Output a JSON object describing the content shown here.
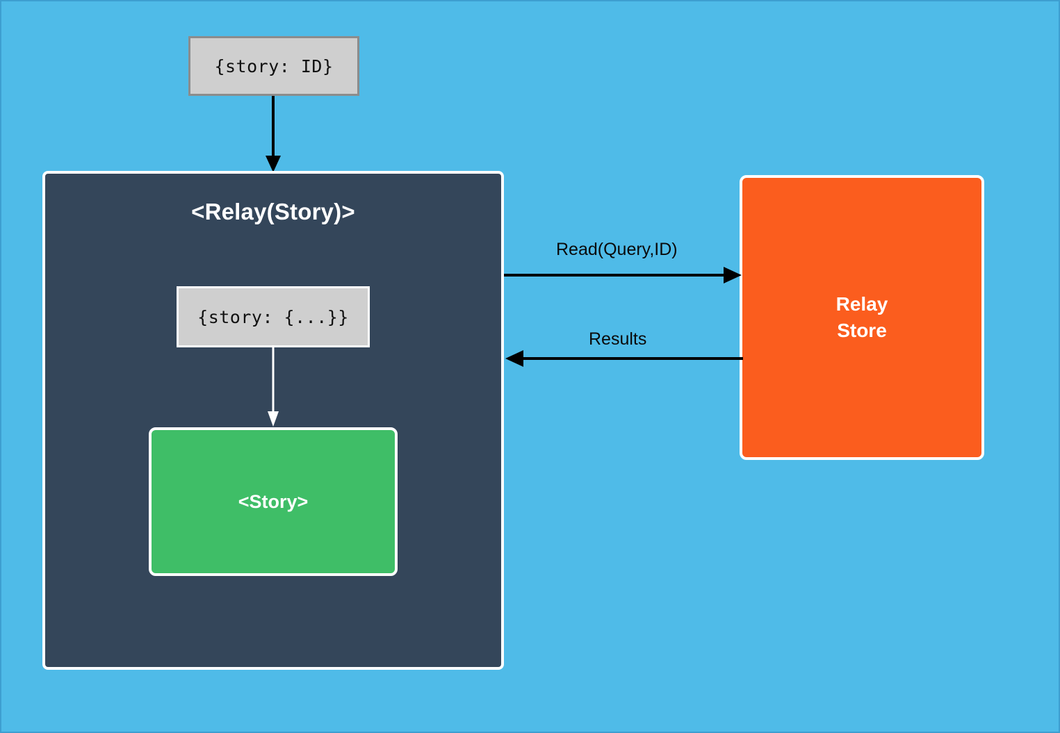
{
  "diagram": {
    "title_none": "",
    "background_color": "#4fbbe8",
    "nodes": {
      "input_props": {
        "label": "{story: ID}",
        "fill": "#cfcfcf",
        "border": "#8c8c8c",
        "text_color": "#111111"
      },
      "relay_container": {
        "label": "<Relay(Story)>",
        "fill": "#34465a",
        "border": "#ffffff",
        "text_color": "#ffffff"
      },
      "resolved_props": {
        "label": "{story: {...}}",
        "fill": "#cfcfcf",
        "border": "#ffffff",
        "text_color": "#111111"
      },
      "story_component": {
        "label": "<Story>",
        "fill": "#3fbe67",
        "border": "#ffffff",
        "text_color": "#ffffff"
      },
      "relay_store": {
        "label_line1": "Relay",
        "label_line2": "Store",
        "fill": "#fb5d1e",
        "border": "#ffffff",
        "text_color": "#ffffff"
      }
    },
    "edges": {
      "props_to_container": {
        "label": "",
        "color": "#000000"
      },
      "props_to_story": {
        "label": "",
        "color": "#ffffff"
      },
      "read_request": {
        "label": "Read(Query,ID)",
        "color": "#000000"
      },
      "read_results": {
        "label": "Results",
        "color": "#000000"
      }
    }
  }
}
